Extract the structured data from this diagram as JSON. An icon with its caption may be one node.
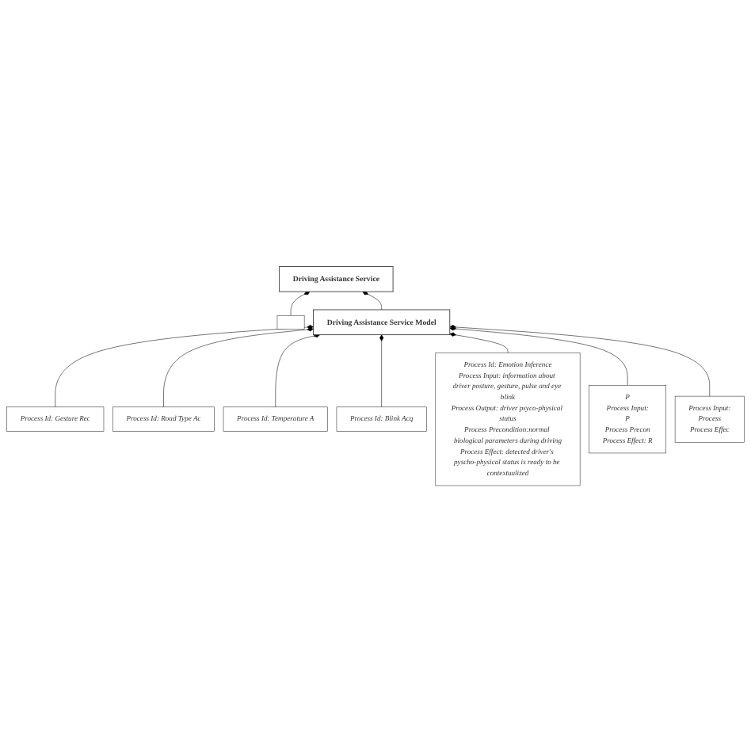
{
  "diagram": {
    "nodes": [
      {
        "text": [],
        "shape": "box"
      },
      {
        "text": [
          "Driving Assistance Service"
        ]
      },
      {
        "text": [
          "Process Id: Gesture Rec"
        ]
      },
      {
        "text": [
          "Process Id: Road Type Ac"
        ]
      },
      {
        "text": [
          "Process Id: Temperature A"
        ]
      },
      {
        "text": [
          "Process Id: Blink Acq"
        ]
      },
      {
        "text": [
          "Driving Assistance Service Model"
        ]
      },
      {
        "text": [
          "Process Input:",
          "Process",
          "Process Effec"
        ]
      },
      {
        "text": [
          "Process Id: Emotion Inference",
          "Process Input: information about driver posture, gesture, pulse and eye blink",
          "Process Output: driver psyco-physical status",
          "Process Precondition:normal biological parameters during driving",
          "Process Effect: detected driver's pyscho-physical status is ready to be contextualized"
        ]
      },
      {
        "text": [
          "P",
          "Process Input:",
          "P",
          "Process Precon",
          "Process Effect: R"
        ]
      }
    ],
    "edges": [
      {
        "from": 0,
        "to": 1,
        "arrow": "other"
      },
      {
        "from": 6,
        "to": 1,
        "arrow": "other"
      },
      {
        "from": 2,
        "to": 6,
        "arrow": "other"
      },
      {
        "from": 3,
        "to": 6,
        "arrow": "other"
      },
      {
        "from": 4,
        "to": 6,
        "arrow": "other"
      },
      {
        "from": 5,
        "to": 6,
        "arrow": "other"
      },
      {
        "from": 8,
        "to": 6,
        "arrow": "other"
      },
      {
        "from": 9,
        "to": 6,
        "arrow": "other"
      },
      {
        "from": 7,
        "to": 6,
        "arrow": "other"
      }
    ]
  }
}
